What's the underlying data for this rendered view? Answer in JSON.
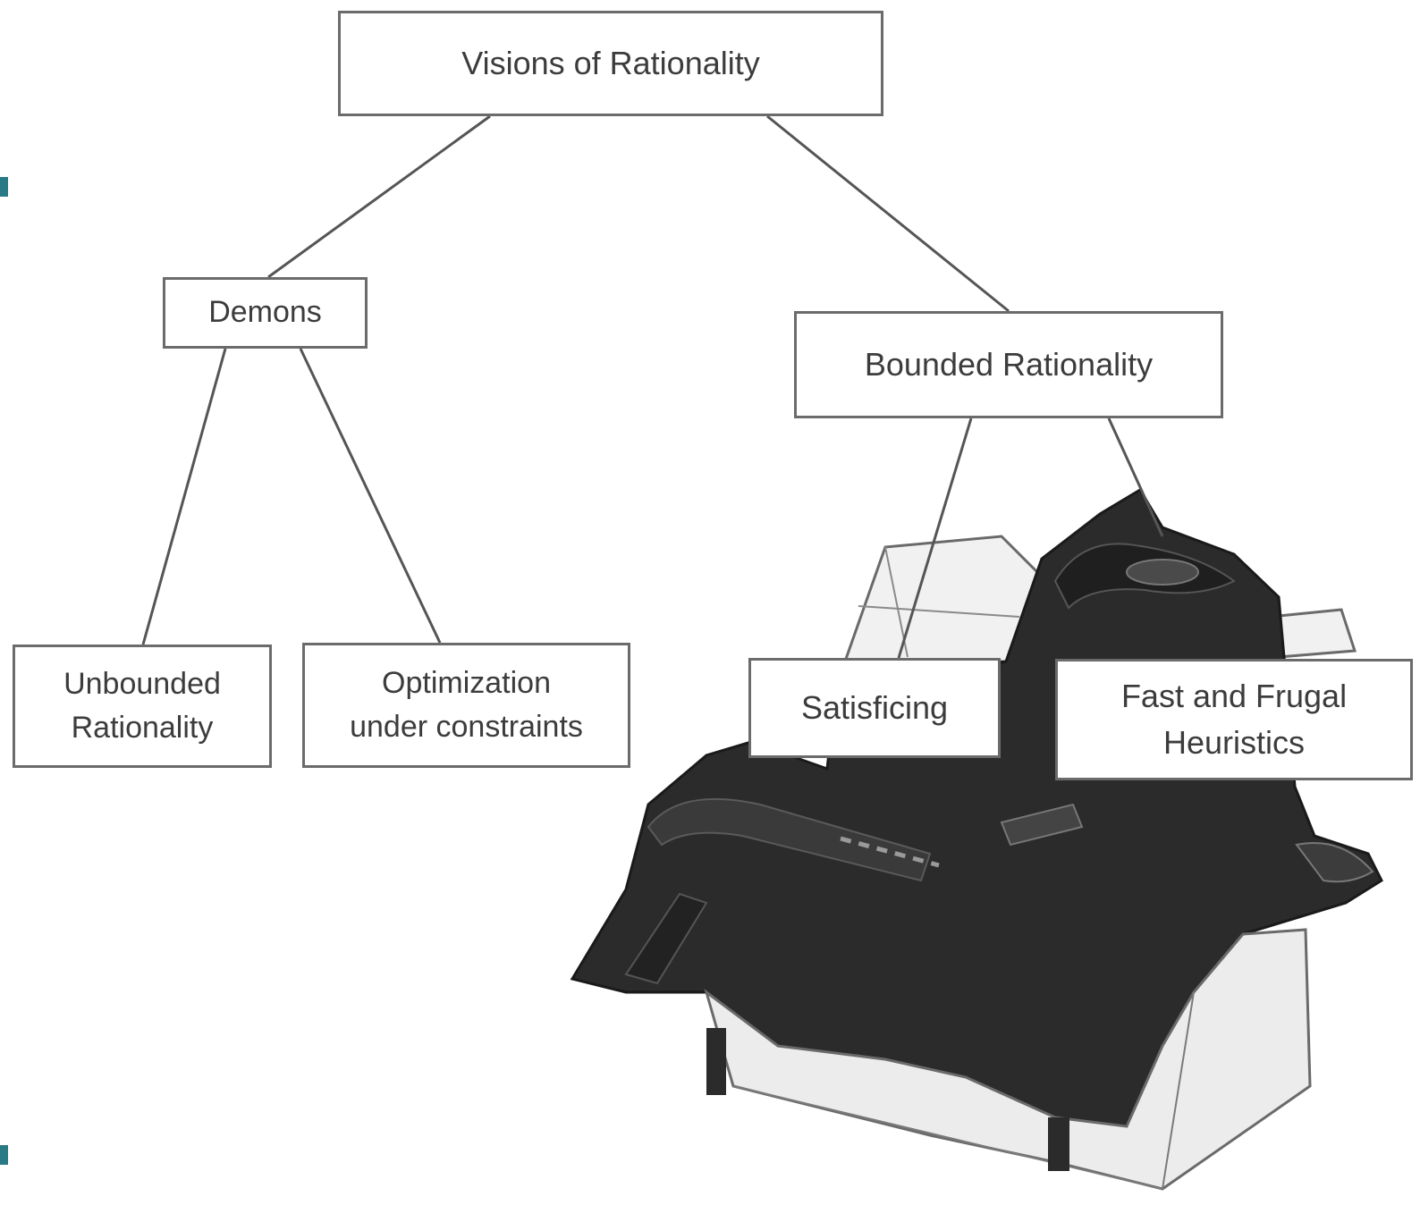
{
  "diagram": {
    "root": "Visions of Rationality",
    "demons": "Demons",
    "bounded": "Bounded Rationality",
    "unbounded": "Unbounded\nRationality",
    "optimization": "Optimization\nunder constraints",
    "satisficing": "Satisficing",
    "fast_frugal": "Fast and Frugal\nHeuristics"
  },
  "illustration": {
    "name": "adaptive-toolbox-icon"
  },
  "colors": {
    "box_border": "#6b6b6b",
    "connector": "#555555",
    "text": "#3c3c3c",
    "toolbox_dark": "#2b2b2b",
    "toolbox_light": "#eeeeee",
    "bullet_accent": "#2a7a86"
  }
}
